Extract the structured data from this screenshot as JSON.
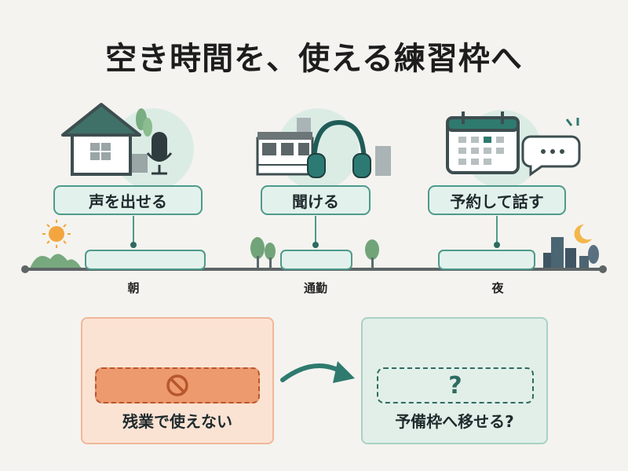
{
  "title": "空き時間を、使える練習枠へ",
  "activities": [
    {
      "label": "声を出せる",
      "time": "朝",
      "icon": "house-microphone-icon"
    },
    {
      "label": "聞ける",
      "time": "通勤",
      "icon": "train-headphones-icon"
    },
    {
      "label": "予約して話す",
      "time": "夜",
      "icon": "calendar-chat-icon"
    }
  ],
  "panels": {
    "blocked": {
      "caption": "残業で使えない",
      "icon": "no-entry-icon"
    },
    "open": {
      "caption": "予備枠へ移せる?",
      "mark": "?"
    }
  },
  "colors": {
    "accent": "#4e9a8b",
    "accent_dark": "#2d6b60",
    "blocked": "#ec9a6e",
    "blocked_border": "#b8562d",
    "background": "#f4f3ef"
  }
}
